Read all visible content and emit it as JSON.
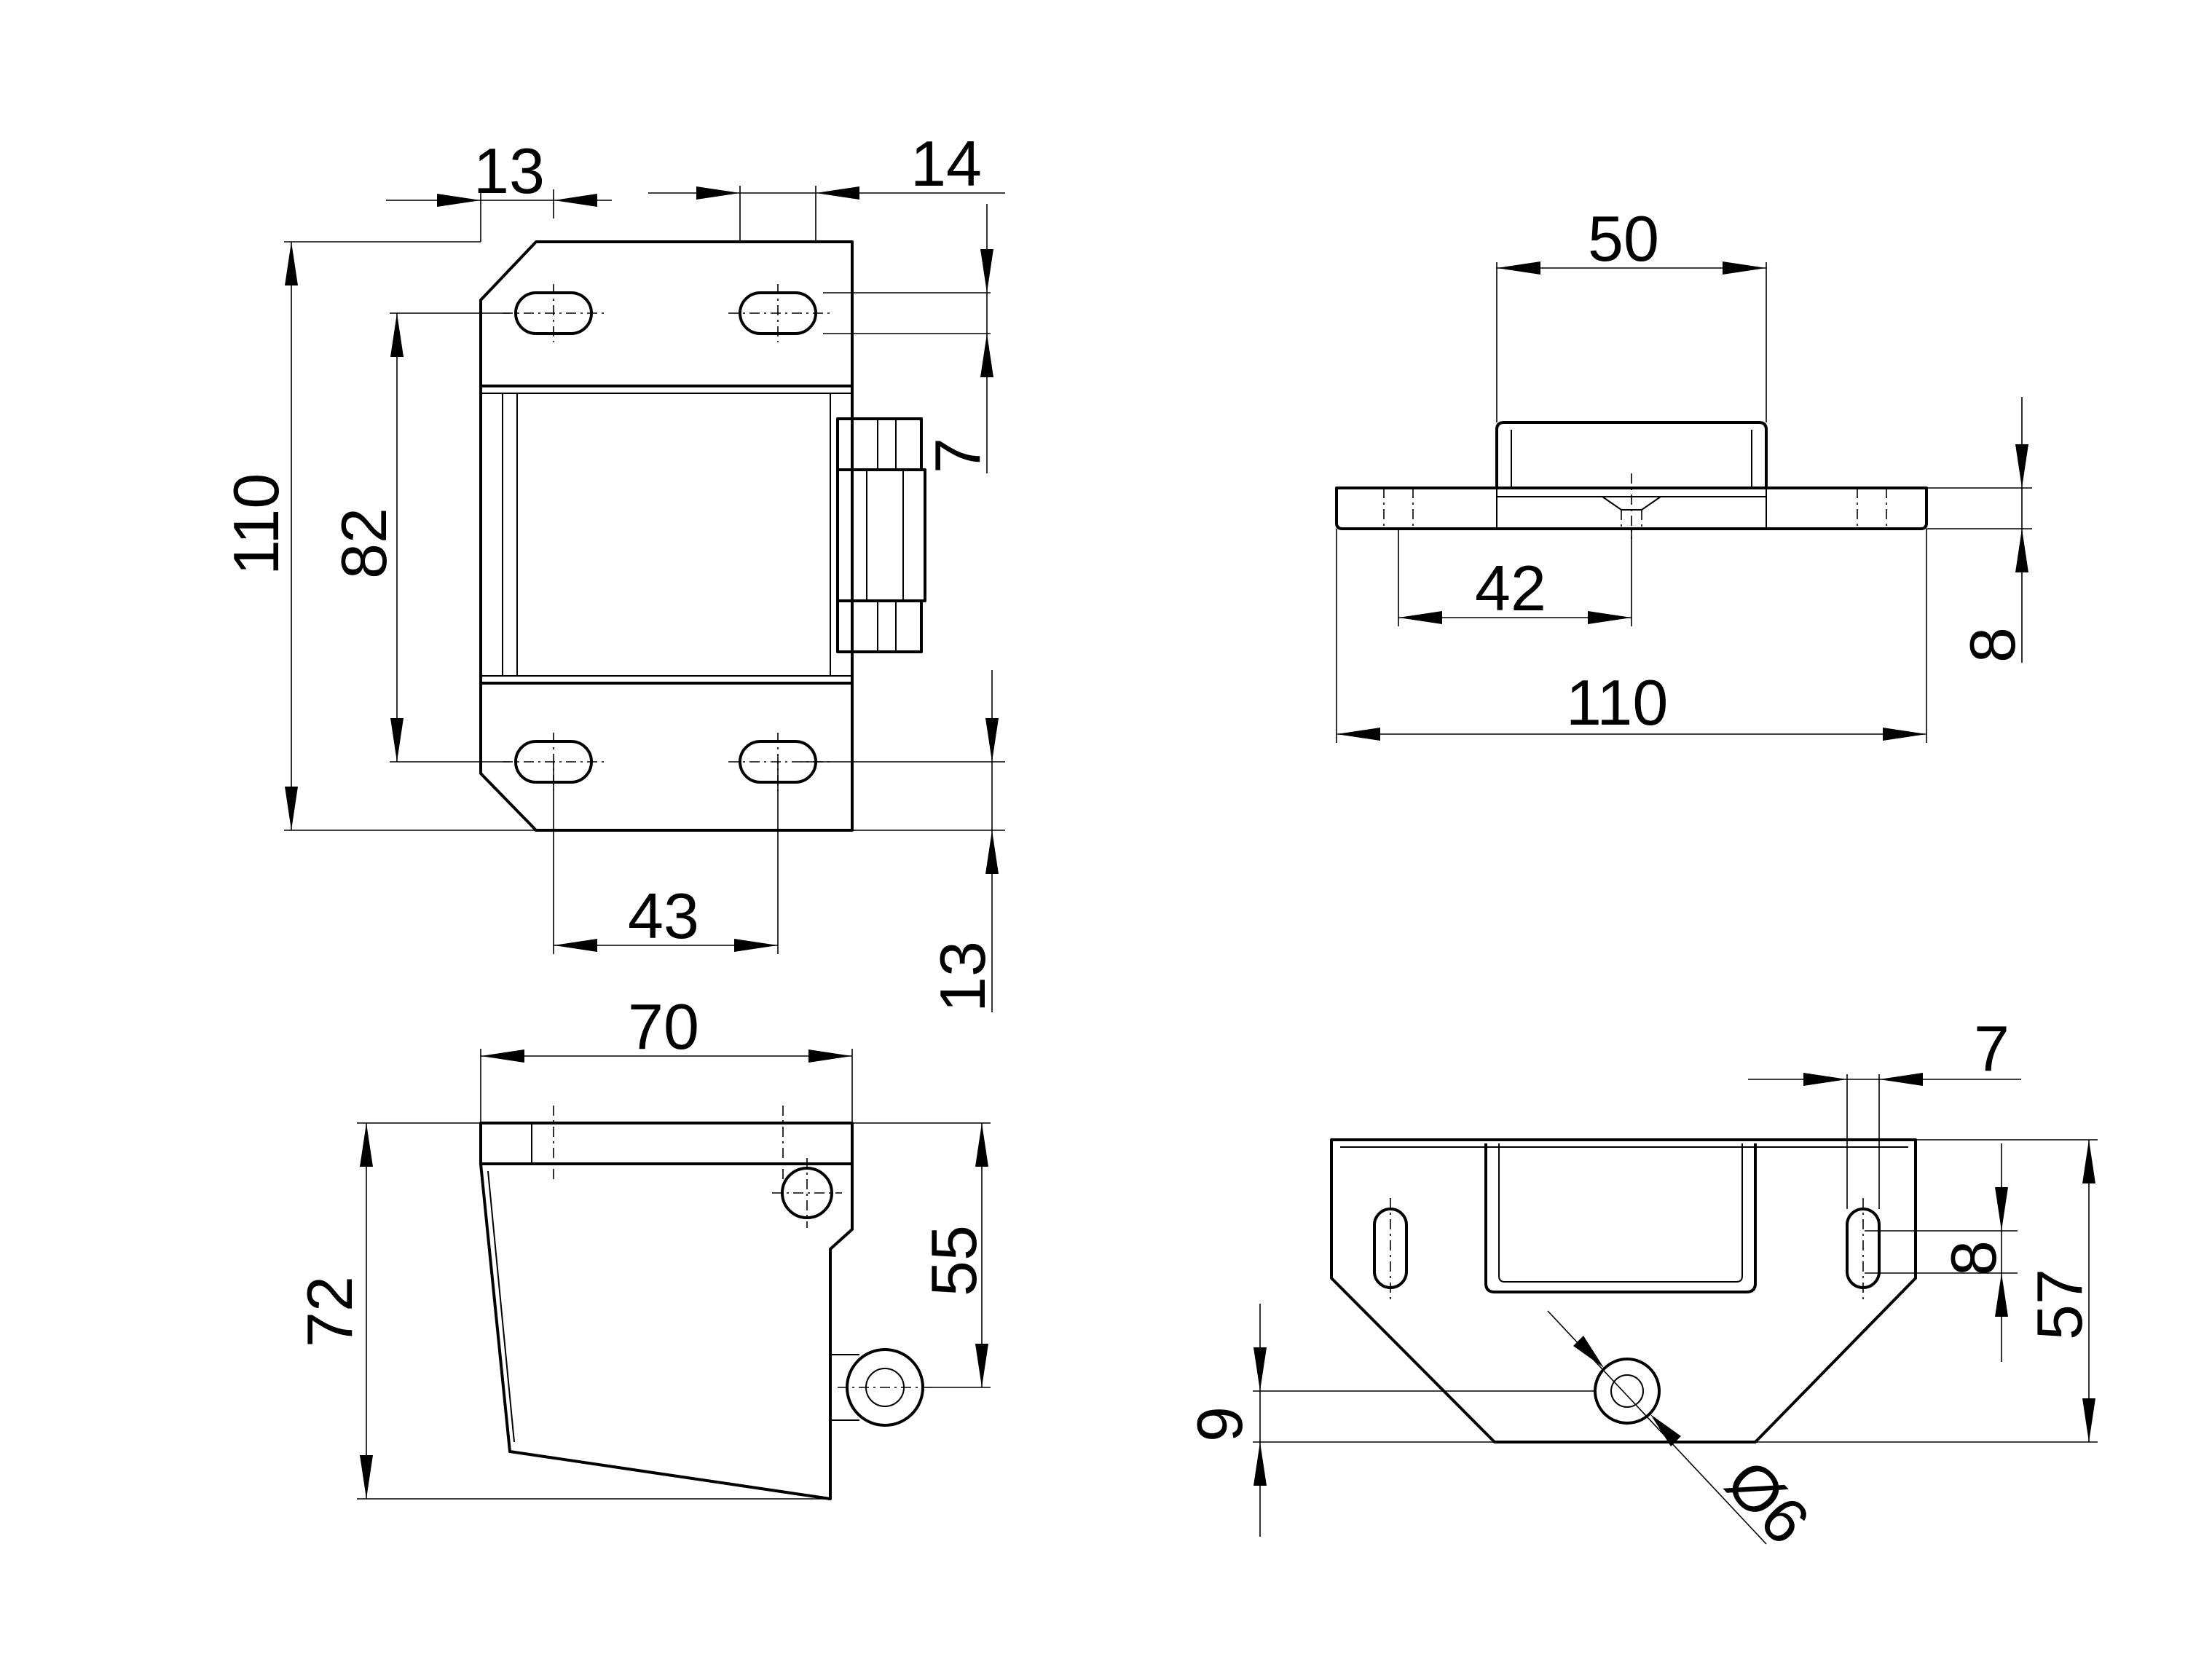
{
  "drawing": {
    "views": {
      "front": {
        "dims": {
          "hole_offset_left": "13",
          "hole_offset_right": "14",
          "total_height": "110",
          "hole_spacing_vertical": "82",
          "roller_gap": "7",
          "hole_spacing_horizontal": "43",
          "bottom_edge_offset": "13"
        }
      },
      "top": {
        "dims": {
          "boss_width": "50",
          "slot_to_center": "42",
          "total_length": "110",
          "plate_thickness": "8"
        }
      },
      "side": {
        "dims": {
          "depth": "70",
          "height": "72",
          "pivot_height": "55"
        }
      },
      "bottom": {
        "dims": {
          "slot_width": "7",
          "slot_length": "8",
          "height": "57",
          "hole_offset": "9",
          "hole_diameter": "Ø6"
        }
      }
    }
  }
}
